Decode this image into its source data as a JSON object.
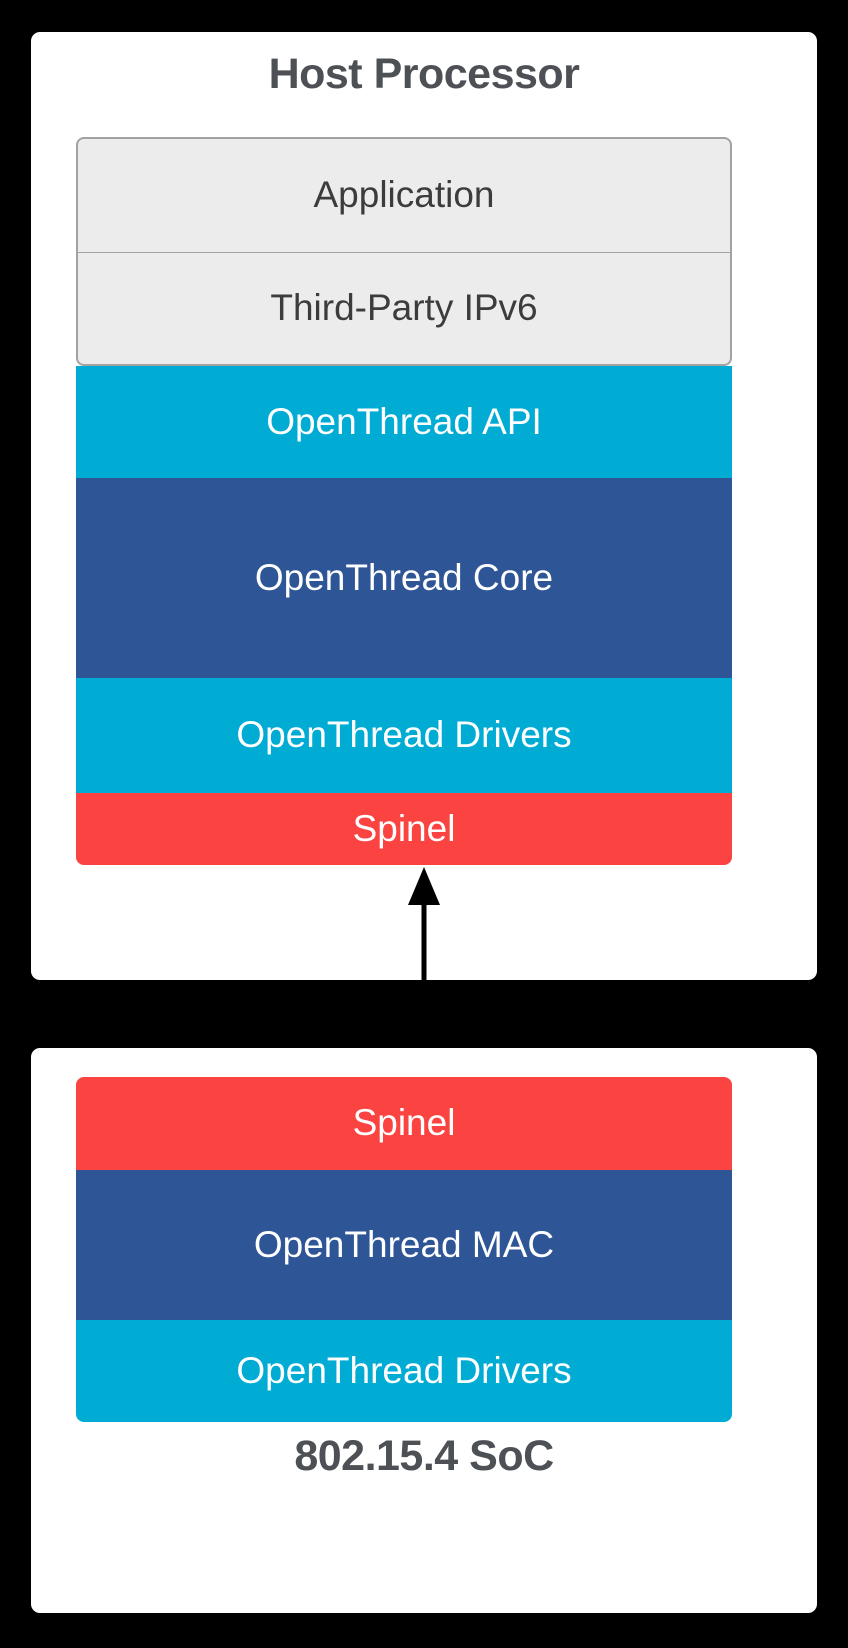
{
  "diagram": {
    "type": "layered-architecture",
    "background_color": "#000000",
    "card_color": "#ffffff",
    "title_color": "#4d5156",
    "palette": {
      "grey_fill": "#ececec",
      "grey_border": "#a2a2a2",
      "cyan": "#00abd4",
      "navy": "#2e5596",
      "red": "#fb4441",
      "arrow": "#000000"
    }
  },
  "host": {
    "title": "Host Processor",
    "layers": [
      {
        "label": "Application",
        "style": "grey"
      },
      {
        "label": "Third-Party IPv6",
        "style": "grey"
      },
      {
        "label": "OpenThread API",
        "style": "cyan"
      },
      {
        "label": "OpenThread Core",
        "style": "navy"
      },
      {
        "label": "OpenThread Drivers",
        "style": "cyan"
      },
      {
        "label": "Spinel",
        "style": "red"
      }
    ]
  },
  "soc": {
    "title": "802.15.4 SoC",
    "layers": [
      {
        "label": "Spinel",
        "style": "red"
      },
      {
        "label": "OpenThread MAC",
        "style": "navy"
      },
      {
        "label": "OpenThread Drivers",
        "style": "cyan"
      }
    ]
  },
  "connector": {
    "name": "spinel-bidirectional-link",
    "direction": "bidirectional"
  }
}
